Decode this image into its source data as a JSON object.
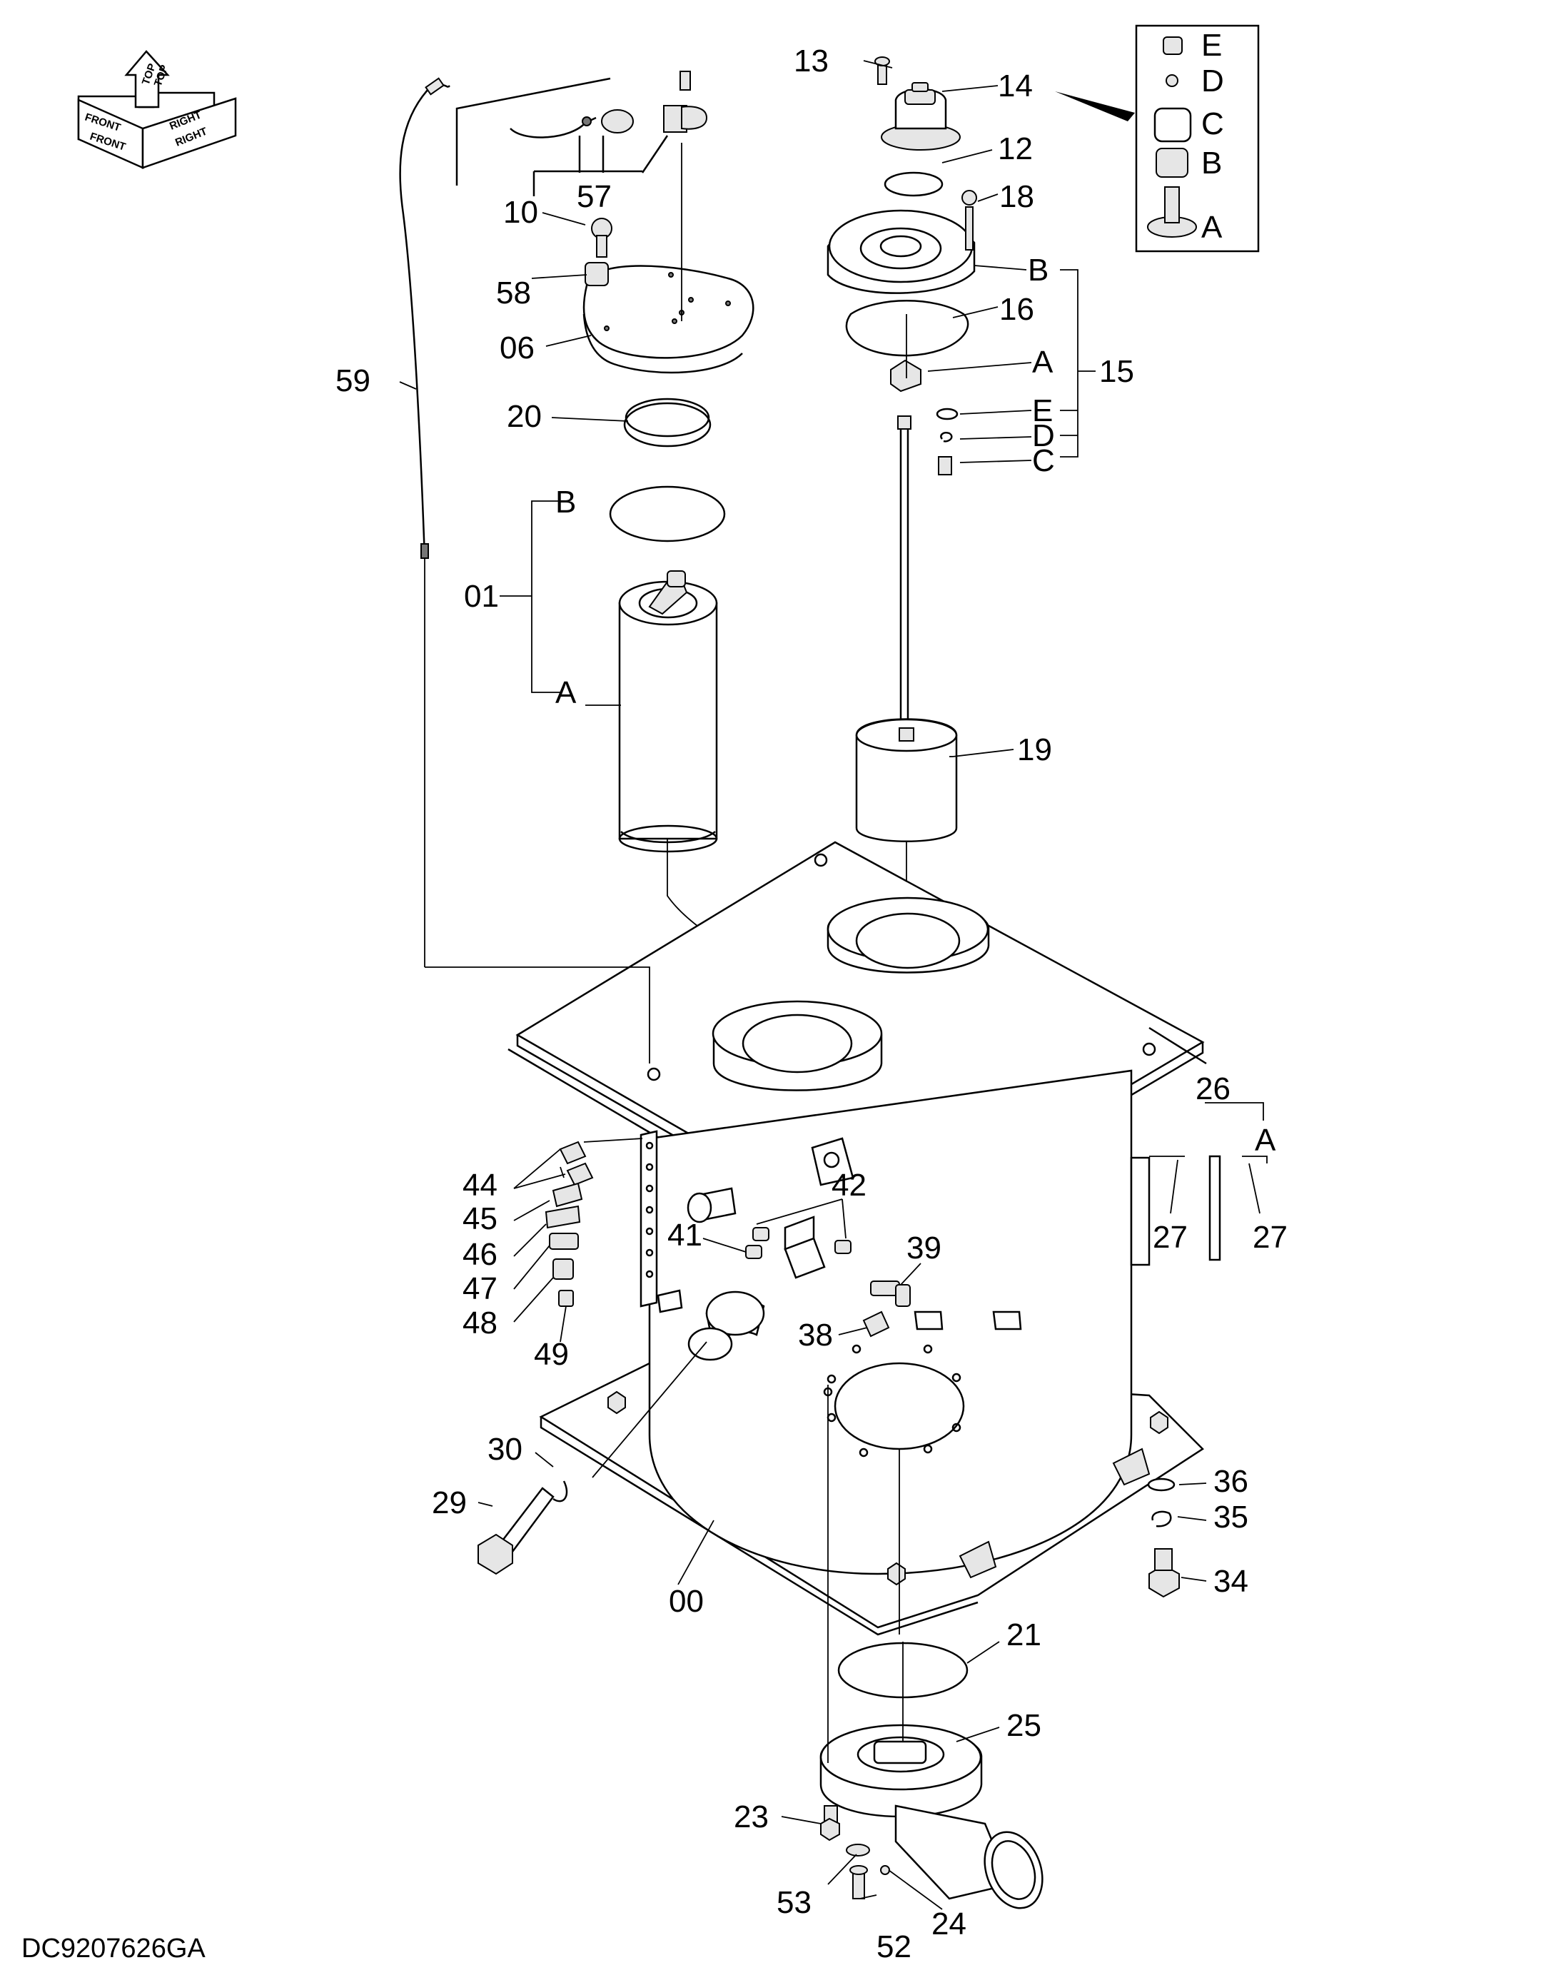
{
  "document_code": "DC9207626GA",
  "direction_indicator": {
    "icon": "orientation-arrows-icon",
    "labels": [
      "FRONT",
      "FRONT",
      "TOP",
      "TOP",
      "RIGHT",
      "RIGHT"
    ]
  },
  "part_labels": [
    "00",
    "01",
    "06",
    "10",
    "12",
    "13",
    "14",
    "15",
    "16",
    "18",
    "19",
    "20",
    "21",
    "23",
    "24",
    "25",
    "26",
    "27",
    "27",
    "29",
    "30",
    "34",
    "35",
    "36",
    "38",
    "39",
    "41",
    "42",
    "44",
    "45",
    "46",
    "47",
    "48",
    "49",
    "52",
    "53",
    "57",
    "58",
    "59"
  ],
  "sub_labels": {
    "part_01": [
      "A",
      "B"
    ],
    "part_15": [
      "A",
      "B",
      "C",
      "D",
      "E"
    ],
    "part_26": [
      "A"
    ],
    "detail_14": [
      "A",
      "B",
      "C",
      "D",
      "E"
    ]
  }
}
